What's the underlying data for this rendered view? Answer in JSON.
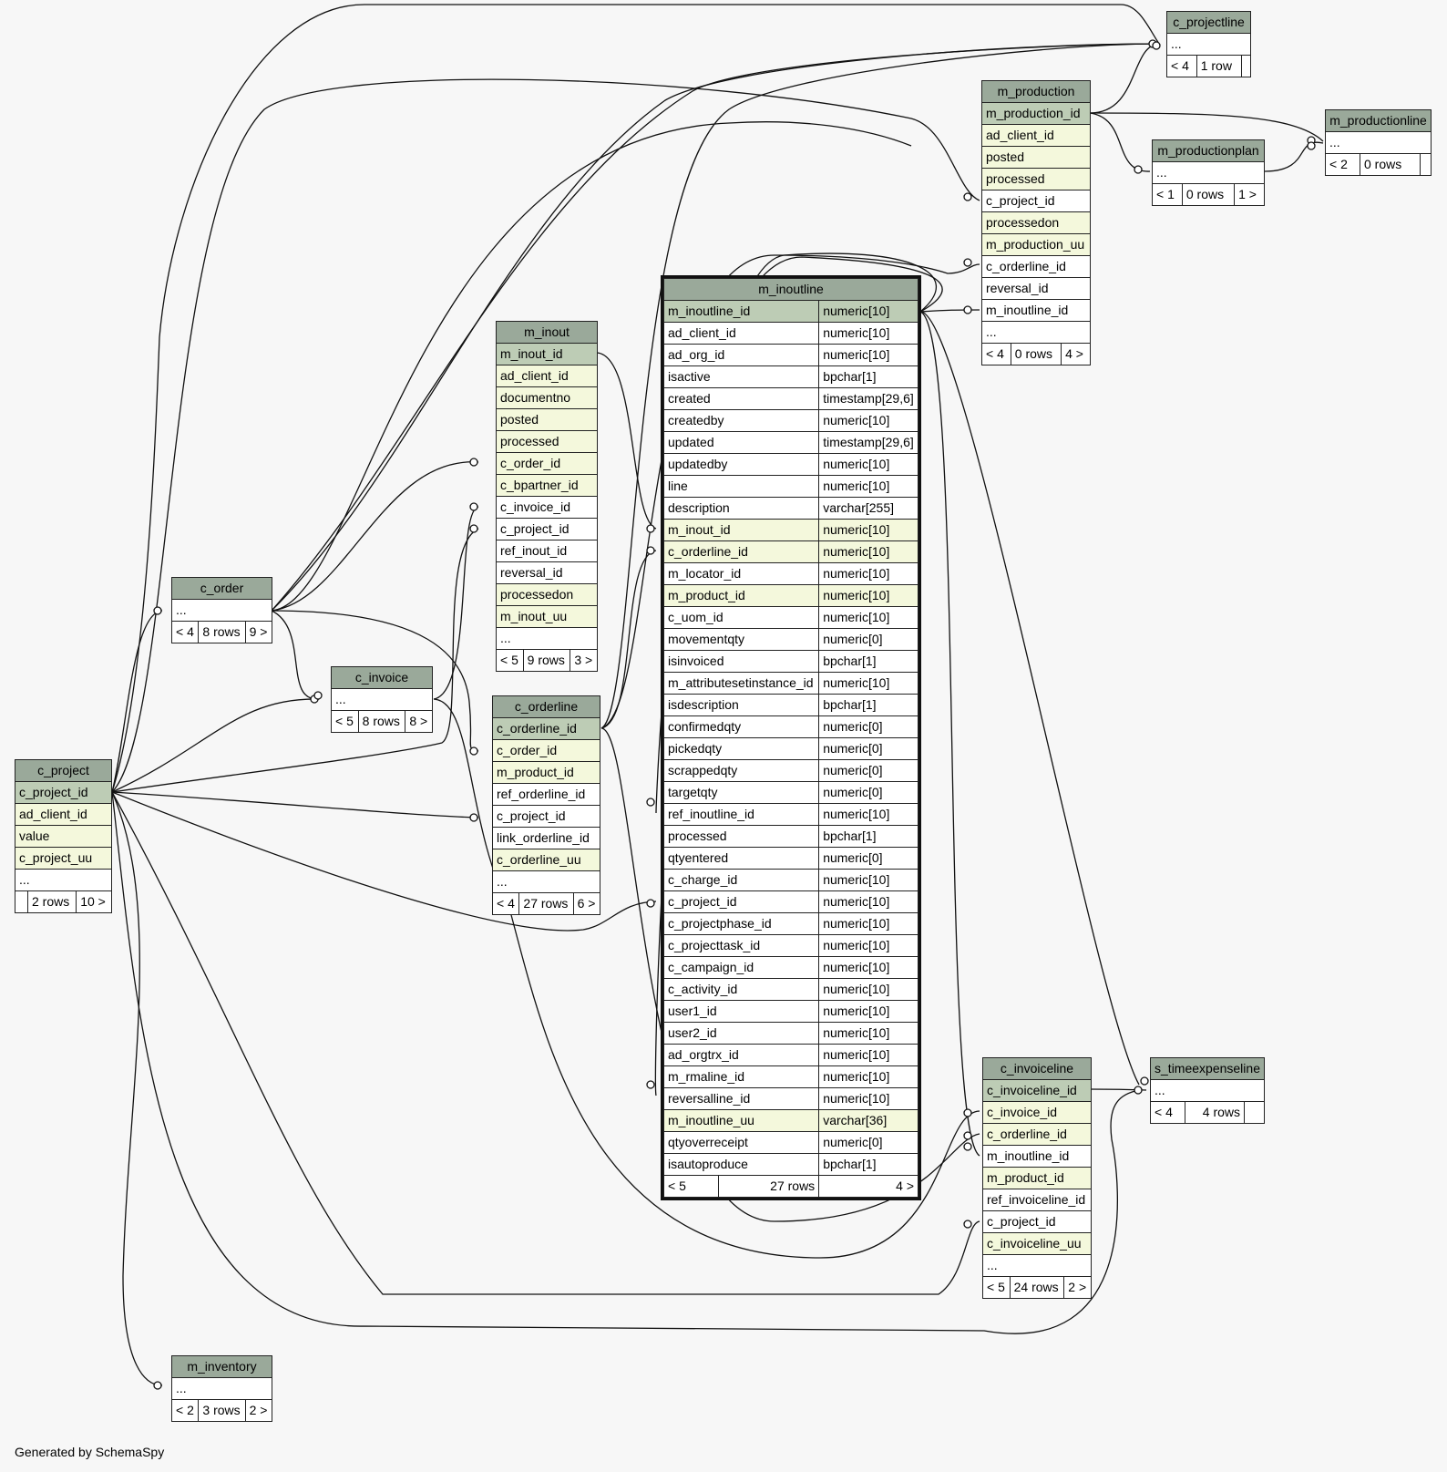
{
  "footer": "Generated by SchemaSpy",
  "tables": {
    "c_projectline": {
      "title": "c_projectline",
      "ellipsis": "...",
      "foot": [
        "< 4",
        "1 row",
        ""
      ]
    },
    "m_production": {
      "title": "m_production",
      "columns": [
        "m_production_id",
        "ad_client_id",
        "posted",
        "processed",
        "c_project_id",
        "processedon",
        "m_production_uu",
        "c_orderline_id",
        "reversal_id",
        "m_inoutline_id",
        "..."
      ],
      "foot": [
        "< 4",
        "0 rows",
        "4 >"
      ]
    },
    "m_productionplan": {
      "title": "m_productionplan",
      "ellipsis": "...",
      "foot": [
        "< 1",
        "0 rows",
        "1 >"
      ]
    },
    "m_productionline": {
      "title": "m_productionline",
      "ellipsis": "...",
      "foot": [
        "< 2",
        "0 rows",
        ""
      ]
    },
    "m_inoutline": {
      "title": "m_inoutline",
      "columns": [
        [
          "m_inoutline_id",
          "numeric[10]"
        ],
        [
          "ad_client_id",
          "numeric[10]"
        ],
        [
          "ad_org_id",
          "numeric[10]"
        ],
        [
          "isactive",
          "bpchar[1]"
        ],
        [
          "created",
          "timestamp[29,6]"
        ],
        [
          "createdby",
          "numeric[10]"
        ],
        [
          "updated",
          "timestamp[29,6]"
        ],
        [
          "updatedby",
          "numeric[10]"
        ],
        [
          "line",
          "numeric[10]"
        ],
        [
          "description",
          "varchar[255]"
        ],
        [
          "m_inout_id",
          "numeric[10]"
        ],
        [
          "c_orderline_id",
          "numeric[10]"
        ],
        [
          "m_locator_id",
          "numeric[10]"
        ],
        [
          "m_product_id",
          "numeric[10]"
        ],
        [
          "c_uom_id",
          "numeric[10]"
        ],
        [
          "movementqty",
          "numeric[0]"
        ],
        [
          "isinvoiced",
          "bpchar[1]"
        ],
        [
          "m_attributesetinstance_id",
          "numeric[10]"
        ],
        [
          "isdescription",
          "bpchar[1]"
        ],
        [
          "confirmedqty",
          "numeric[0]"
        ],
        [
          "pickedqty",
          "numeric[0]"
        ],
        [
          "scrappedqty",
          "numeric[0]"
        ],
        [
          "targetqty",
          "numeric[0]"
        ],
        [
          "ref_inoutline_id",
          "numeric[10]"
        ],
        [
          "processed",
          "bpchar[1]"
        ],
        [
          "qtyentered",
          "numeric[0]"
        ],
        [
          "c_charge_id",
          "numeric[10]"
        ],
        [
          "c_project_id",
          "numeric[10]"
        ],
        [
          "c_projectphase_id",
          "numeric[10]"
        ],
        [
          "c_projecttask_id",
          "numeric[10]"
        ],
        [
          "c_campaign_id",
          "numeric[10]"
        ],
        [
          "c_activity_id",
          "numeric[10]"
        ],
        [
          "user1_id",
          "numeric[10]"
        ],
        [
          "user2_id",
          "numeric[10]"
        ],
        [
          "ad_orgtrx_id",
          "numeric[10]"
        ],
        [
          "m_rmaline_id",
          "numeric[10]"
        ],
        [
          "reversalline_id",
          "numeric[10]"
        ],
        [
          "m_inoutline_uu",
          "varchar[36]"
        ],
        [
          "qtyoverreceipt",
          "numeric[0]"
        ],
        [
          "isautoproduce",
          "bpchar[1]"
        ]
      ],
      "foot": [
        "< 5",
        "27 rows",
        "4 >"
      ]
    },
    "m_inout": {
      "title": "m_inout",
      "columns": [
        "m_inout_id",
        "ad_client_id",
        "documentno",
        "posted",
        "processed",
        "c_order_id",
        "c_bpartner_id",
        "c_invoice_id",
        "c_project_id",
        "ref_inout_id",
        "reversal_id",
        "processedon",
        "m_inout_uu",
        "..."
      ],
      "foot": [
        "< 5",
        "9 rows",
        "3 >"
      ]
    },
    "c_order": {
      "title": "c_order",
      "ellipsis": "...",
      "foot": [
        "< 4",
        "8 rows",
        "9 >"
      ]
    },
    "c_invoice": {
      "title": "c_invoice",
      "ellipsis": "...",
      "foot": [
        "< 5",
        "8 rows",
        "8 >"
      ]
    },
    "c_orderline": {
      "title": "c_orderline",
      "columns": [
        "c_orderline_id",
        "c_order_id",
        "m_product_id",
        "ref_orderline_id",
        "c_project_id",
        "link_orderline_id",
        "c_orderline_uu",
        "..."
      ],
      "foot": [
        "< 4",
        "27 rows",
        "6 >"
      ]
    },
    "c_project": {
      "title": "c_project",
      "columns": [
        "c_project_id",
        "ad_client_id",
        "value",
        "c_project_uu",
        "..."
      ],
      "foot": [
        "",
        "2 rows",
        "10 >"
      ]
    },
    "c_invoiceline": {
      "title": "c_invoiceline",
      "columns": [
        "c_invoiceline_id",
        "c_invoice_id",
        "c_orderline_id",
        "m_inoutline_id",
        "m_product_id",
        "ref_invoiceline_id",
        "c_project_id",
        "c_invoiceline_uu",
        "..."
      ],
      "foot": [
        "< 5",
        "24 rows",
        "2 >"
      ]
    },
    "s_timeexpenseline": {
      "title": "s_timeexpenseline",
      "ellipsis": "...",
      "foot": [
        "< 4",
        "4 rows",
        ""
      ]
    },
    "m_inventory": {
      "title": "m_inventory",
      "ellipsis": "...",
      "foot": [
        "< 2",
        "3 rows",
        "2 >"
      ]
    }
  }
}
